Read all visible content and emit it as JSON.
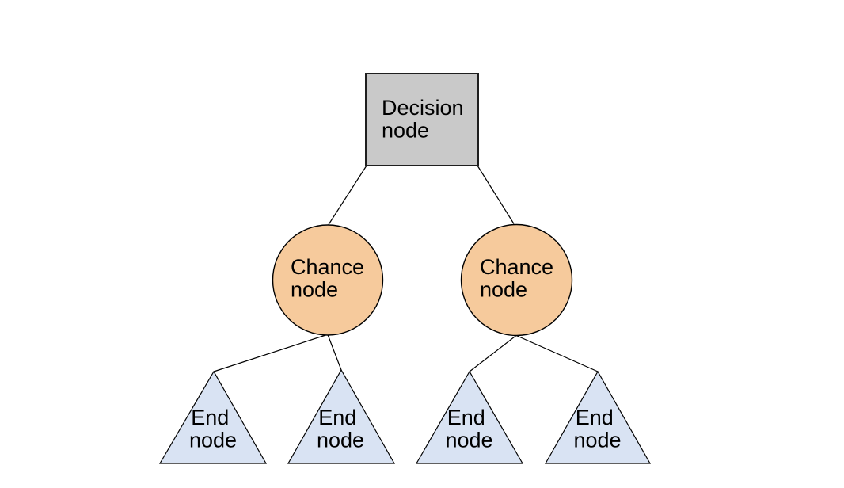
{
  "diagram": {
    "type": "decision-tree",
    "background_color": "#ffffff",
    "edge_color": "#000000",
    "text_color": "#000000",
    "nodes": {
      "decision": {
        "shape": "square",
        "label_lines": [
          "Decision",
          "node"
        ],
        "fill": "#c9c9c9",
        "stroke": "#1f1f1f"
      },
      "chance_left": {
        "shape": "circle",
        "label_lines": [
          "Chance",
          "node"
        ],
        "fill": "#f6ca9c",
        "stroke": "#000000"
      },
      "chance_right": {
        "shape": "circle",
        "label_lines": [
          "Chance",
          "node"
        ],
        "fill": "#f6ca9c",
        "stroke": "#000000"
      },
      "end_1": {
        "shape": "triangle",
        "label_lines": [
          "End",
          "node"
        ],
        "fill": "#d9e3f3",
        "stroke": "#000000"
      },
      "end_2": {
        "shape": "triangle",
        "label_lines": [
          "End",
          "node"
        ],
        "fill": "#d9e3f3",
        "stroke": "#000000"
      },
      "end_3": {
        "shape": "triangle",
        "label_lines": [
          "End",
          "node"
        ],
        "fill": "#d9e3f3",
        "stroke": "#000000"
      },
      "end_4": {
        "shape": "triangle",
        "label_lines": [
          "End",
          "node"
        ],
        "fill": "#d9e3f3",
        "stroke": "#000000"
      }
    },
    "edges": [
      {
        "from": "decision",
        "to": "chance_left"
      },
      {
        "from": "decision",
        "to": "chance_right"
      },
      {
        "from": "chance_left",
        "to": "end_1"
      },
      {
        "from": "chance_left",
        "to": "end_2"
      },
      {
        "from": "chance_right",
        "to": "end_3"
      },
      {
        "from": "chance_right",
        "to": "end_4"
      }
    ]
  }
}
